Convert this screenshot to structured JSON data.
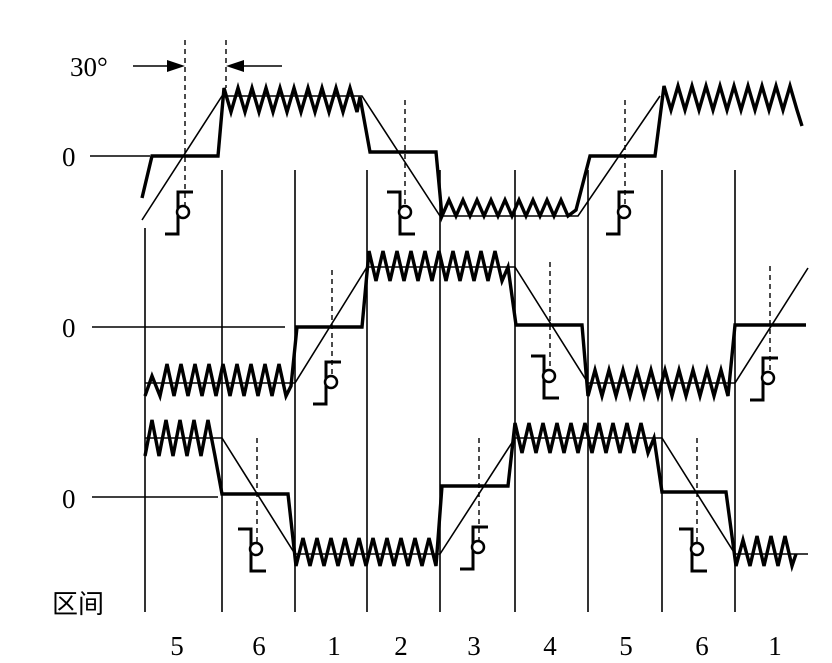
{
  "angle_label": "30°",
  "zero_labels": [
    "0",
    "0",
    "0"
  ],
  "interval_label": "区间",
  "intervals": [
    "5",
    "6",
    "1",
    "2",
    "3",
    "4",
    "5",
    "6",
    "1"
  ]
}
